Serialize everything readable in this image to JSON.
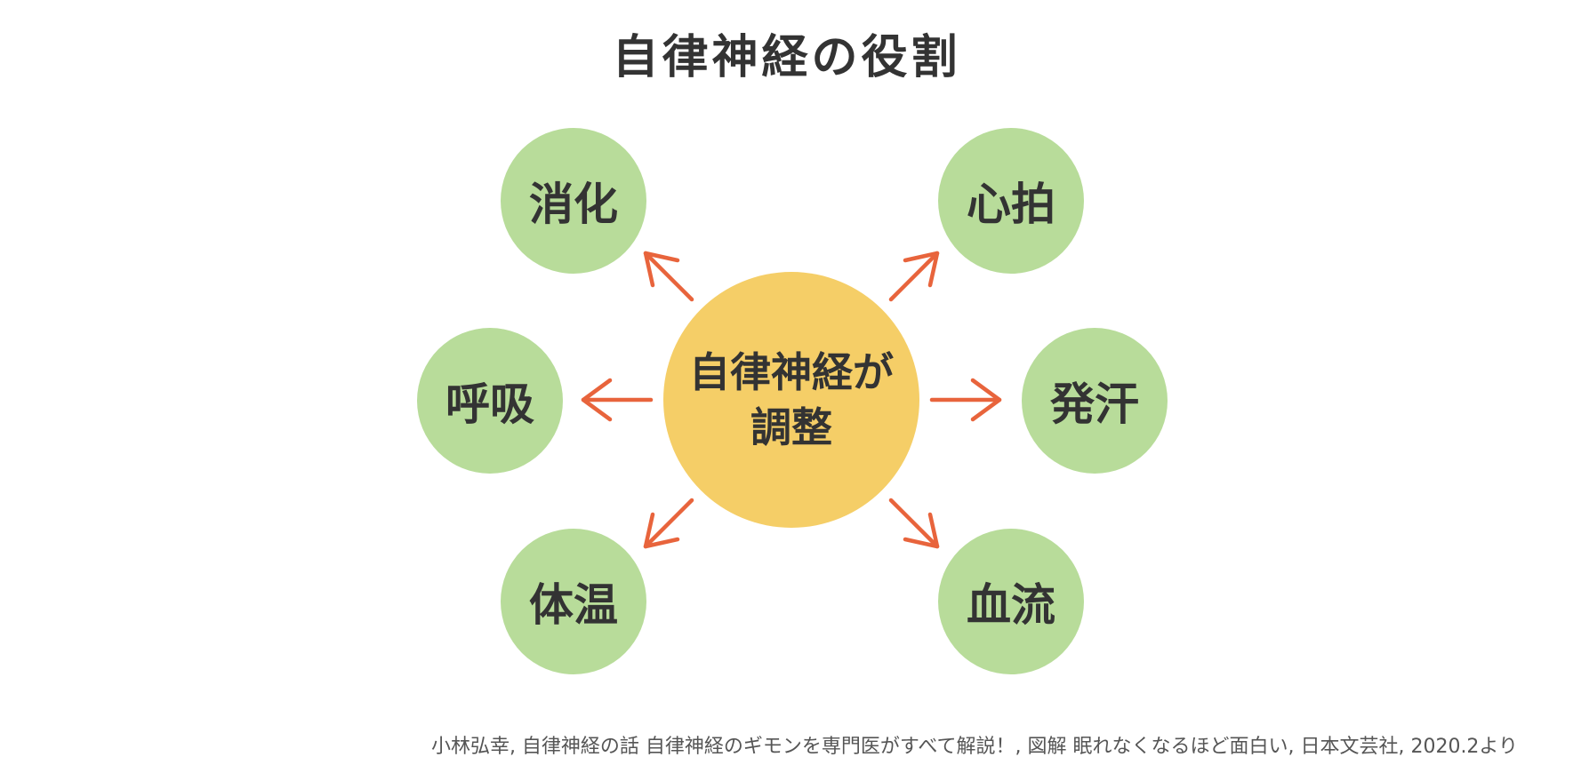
{
  "title": "自律神経の役割",
  "center": {
    "label": "自律神経が\n調整",
    "color": "#F5CE67"
  },
  "node_color": "#B8DC9A",
  "arrow_color": "#E8643C",
  "nodes": [
    {
      "id": "digestion",
      "label": "消化"
    },
    {
      "id": "heartbeat",
      "label": "心拍"
    },
    {
      "id": "breathing",
      "label": "呼吸"
    },
    {
      "id": "sweating",
      "label": "発汗"
    },
    {
      "id": "body-temperature",
      "label": "体温"
    },
    {
      "id": "blood-flow",
      "label": "血流"
    }
  ],
  "citation": "小林弘幸, 自律神経の話 自律神経のギモンを専門医がすべて解説！, 図解 眠れなくなるほど面白い, 日本文芸社, 2020.2より"
}
